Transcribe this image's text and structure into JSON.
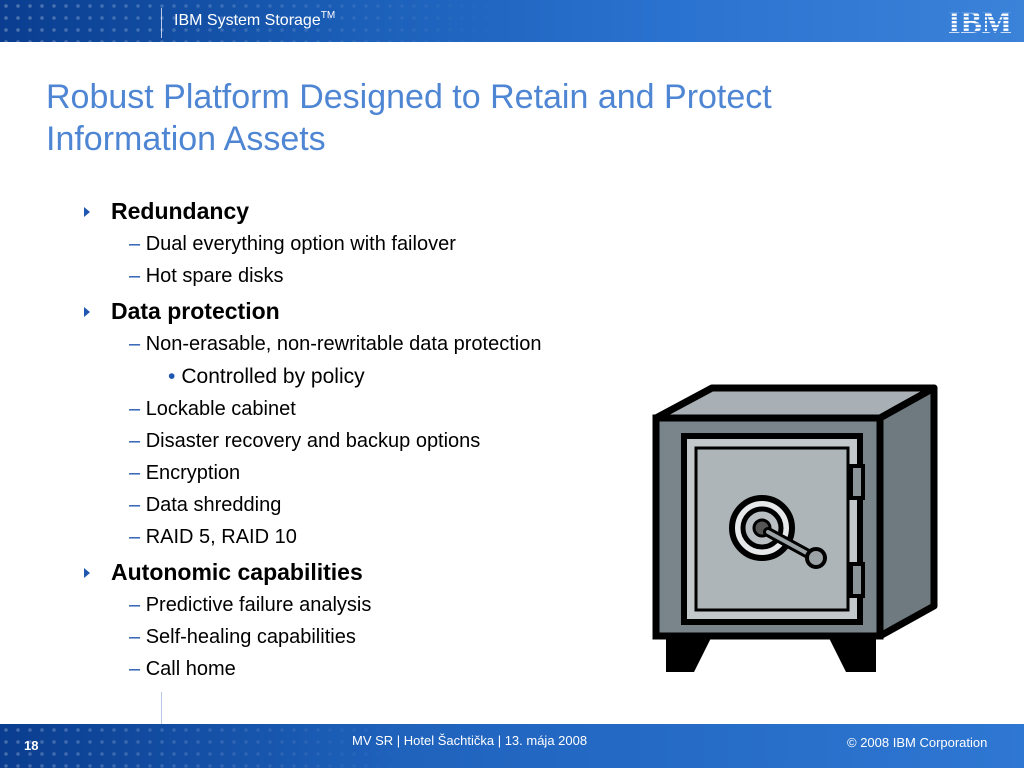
{
  "header": {
    "brand": "IBM System Storage",
    "brand_tm": "TM",
    "logo": "IBM"
  },
  "slide": {
    "title_line1": "Robust Platform Designed to Retain and Protect",
    "title_line2": "Information Assets",
    "sections": [
      {
        "heading": "Redundancy",
        "items": [
          "Dual everything option with failover",
          "Hot spare disks"
        ]
      },
      {
        "heading": "Data protection",
        "items": [
          "Non-erasable, non-rewritable data protection",
          "Lockable cabinet",
          "Disaster recovery and backup options",
          "Encryption",
          "Data shredding",
          "RAID 5, RAID 10"
        ],
        "subitem": "Controlled by policy"
      },
      {
        "heading": "Autonomic capabilities",
        "items": [
          "Predictive failure analysis",
          "Self-healing capabilities",
          "Call home"
        ]
      }
    ],
    "dash": "–",
    "dot": "•"
  },
  "illustration": {
    "icon": "safe-icon"
  },
  "footer": {
    "page": "18",
    "event": "MV SR | Hotel Šachtička | 13. mája 2008",
    "copyright": "© 2008 IBM Corporation"
  },
  "colors": {
    "title": "#4f86d4",
    "header_bg": "#1b5fb8",
    "bullet": "#1f56b0"
  }
}
